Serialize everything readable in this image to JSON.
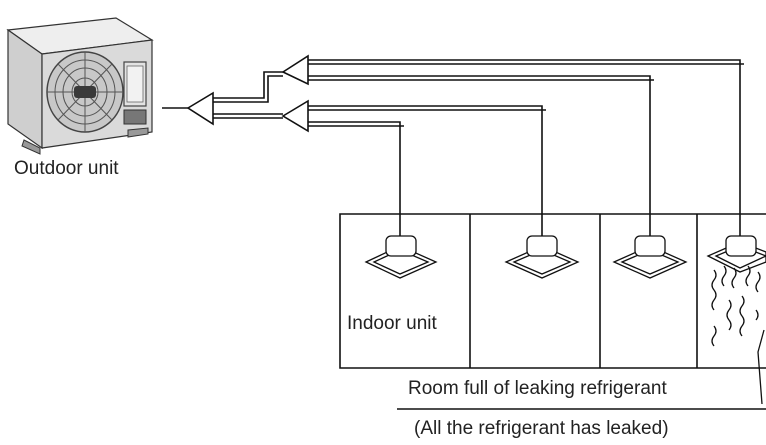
{
  "labels": {
    "outdoor_unit": "Outdoor unit",
    "indoor_unit": "Indoor unit",
    "room_leak": "Room full of leaking refrigerant",
    "all_leaked": "(All the refrigerant has leaked)"
  },
  "colors": {
    "line": "#111111",
    "unit_body": "#d9d9d9",
    "unit_dark": "#6e6e6e",
    "text": "#222222"
  },
  "icons": [
    "outdoor-ac-unit-icon",
    "ceiling-cassette-icon",
    "refrigerant-leak-icon"
  ]
}
